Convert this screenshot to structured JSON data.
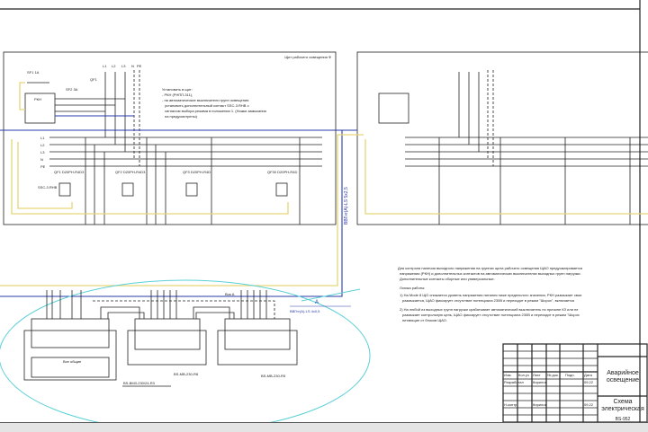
{
  "panel": {
    "title": "Щит рабочего освещения Ф",
    "buses": [
      "L1",
      "L2",
      "L3",
      "N",
      "PE"
    ],
    "feed_labels": [
      "L1",
      "L2",
      "L3",
      "N",
      "PE"
    ],
    "breakers": {
      "sf1": "SF1 1А",
      "sf2": "SF2 3А",
      "qf1": "QF1",
      "rkn": "РКН"
    },
    "groups": [
      "QF1 D20PH-R4D3",
      "QF2 D20PH-R4D3",
      "QF3 D20PH-R4D",
      "QF30 D20PH-R4D"
    ],
    "switch_label": "SSC-3.RHB",
    "note": [
      "Установить в щит:",
      "- РКН (РНПП-311),",
      "- на автоматические выключатели групп освещения",
      "установить дополнительный контакт SSC-3.RHB с",
      "сигналом выбора режима в положении 1. (Ножки замыкания",
      "на предусмотрены)"
    ]
  },
  "cable_power": "ВВГнг(А)-LS 5х2,5",
  "cable_signal_marker": "A",
  "cable_signal": "ВВГнг(А)-LS 4х0,5",
  "modules": [
    {
      "name": "BS-BM3-230/24-R3",
      "sub": "Все общие"
    },
    {
      "name": "BS-MB-230-R8"
    },
    {
      "name": "BS-MB-230-R5"
    }
  ],
  "bus_label": "Bus A",
  "notes": {
    "intro": [
      "Для контроля наличия выходного напряжения на группах щита рабочего освещения ЩАО предусматривается",
      "напряжения (РКН) и дополнительных контактов на автоматических выключателях выходных групп нагрузки.",
      "Дополнительные контакты сборные или универсальные."
    ],
    "heading": "Логика работы:",
    "p1": [
      "1) На Мode 8 ЩО снижается уровень напряжения питания ниже предельного значения, РКН размыкает свои",
      "размыкается, ЩАО фиксирует отсутствие потенциала 230В и переходит в режим \"Шорох\", включается"
    ],
    "p2": [
      "2) На любой из выходных групп нагрузки срабатывает автоматический выключатель по причине КЗ или пе",
      "размыкает контрольную цепь, ЩАО фиксирует отсутствие потенциала 230В и переходит в режим \"Шорох",
      "питающие от блоков ЩАО."
    ]
  },
  "title_block": {
    "headers": [
      "Изм.",
      "Кол.уч",
      "Лист",
      "№ док.",
      "Подп.",
      "Дата"
    ],
    "rows": [
      [
        "Разработал",
        "Кирилов",
        "",
        "09.22"
      ],
      [
        "Н.контр.",
        "Кирилов",
        "",
        "09.22"
      ]
    ],
    "title1": "Аварийное освещение",
    "title2": "Схема электрическая",
    "code": "BS-952"
  }
}
